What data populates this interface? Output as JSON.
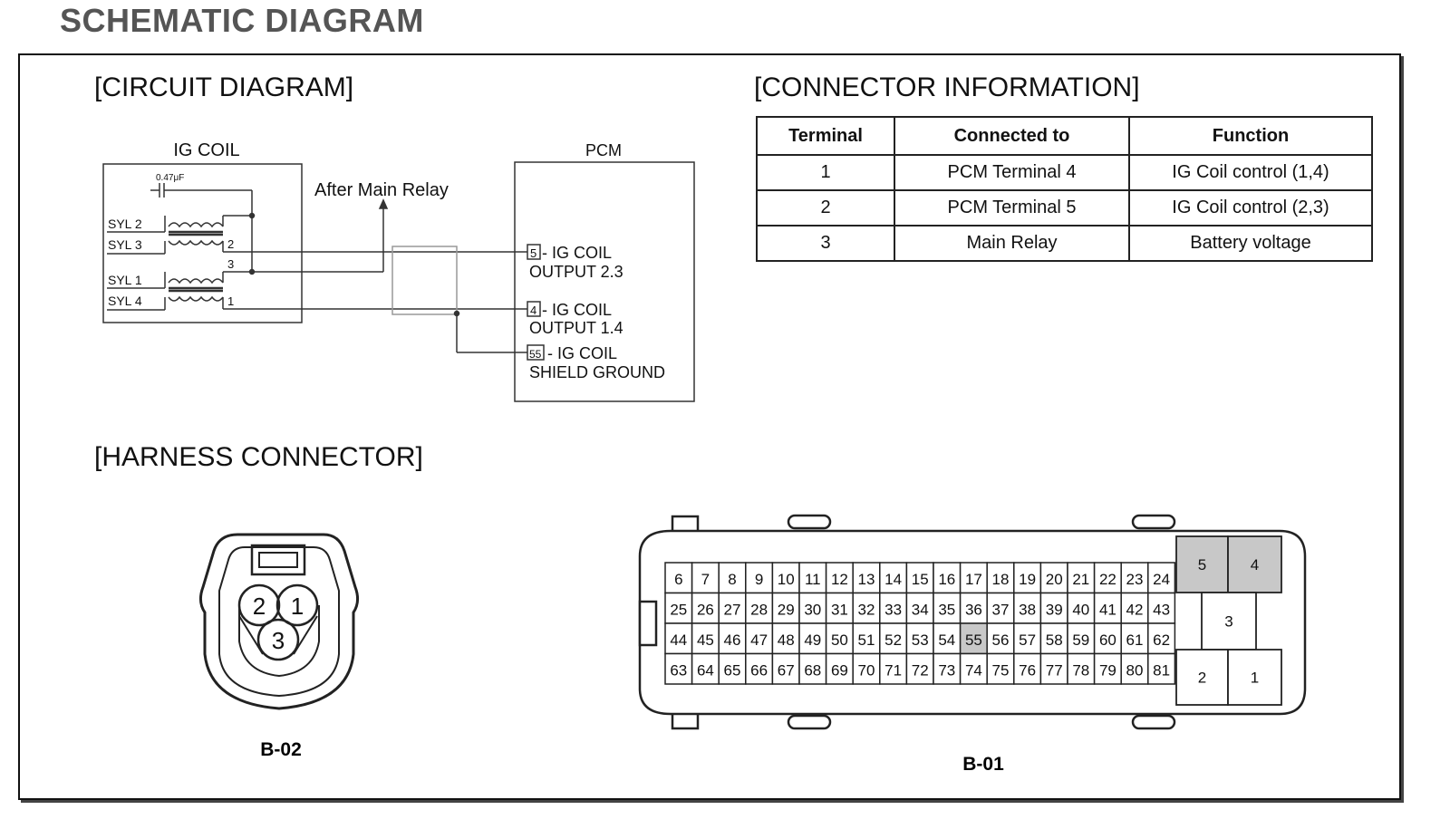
{
  "title": "SCHEMATIC DIAGRAM",
  "sections": {
    "circuit": "[CIRCUIT DIAGRAM]",
    "connector_info": "[CONNECTOR INFORMATION]",
    "harness": "[HARNESS CONNECTOR]"
  },
  "circuit": {
    "ig_coil_label": "IG COIL",
    "pcm_label": "PCM",
    "after_main_relay": "After Main Relay",
    "cap_label": "0.47μF",
    "cylinders": [
      "SYL 2",
      "SYL 3",
      "SYL 1",
      "SYL 4"
    ],
    "coil_pins": [
      "2",
      "3",
      "1"
    ],
    "pcm_pins": [
      {
        "number": "5",
        "line1": "- IG COIL",
        "line2": "OUTPUT 2.3"
      },
      {
        "number": "4",
        "line1": "- IG COIL",
        "line2": "OUTPUT 1.4"
      },
      {
        "number": "55",
        "line1": "- IG COIL",
        "line2": "SHIELD GROUND"
      }
    ]
  },
  "connector_table": {
    "headers": [
      "Terminal",
      "Connected to",
      "Function"
    ],
    "rows": [
      [
        "1",
        "PCM Terminal 4",
        "IG Coil control (1,4)"
      ],
      [
        "2",
        "PCM Terminal 5",
        "IG Coil control (2,3)"
      ],
      [
        "3",
        "Main Relay",
        "Battery voltage"
      ]
    ]
  },
  "harness": {
    "b02": {
      "label": "B-02",
      "pins": [
        "2",
        "1",
        "3"
      ]
    },
    "b01": {
      "label": "B-01",
      "rows": [
        [
          "6",
          "7",
          "8",
          "9",
          "10",
          "11",
          "12",
          "13",
          "14",
          "15",
          "16",
          "17",
          "18",
          "19",
          "20",
          "21",
          "22",
          "23",
          "24"
        ],
        [
          "25",
          "26",
          "27",
          "28",
          "29",
          "30",
          "31",
          "32",
          "33",
          "34",
          "35",
          "36",
          "37",
          "38",
          "39",
          "40",
          "41",
          "42",
          "43"
        ],
        [
          "44",
          "45",
          "46",
          "47",
          "48",
          "49",
          "50",
          "51",
          "52",
          "53",
          "54",
          "55",
          "56",
          "57",
          "58",
          "59",
          "60",
          "61",
          "62"
        ],
        [
          "63",
          "64",
          "65",
          "66",
          "67",
          "68",
          "69",
          "70",
          "71",
          "72",
          "73",
          "74",
          "75",
          "76",
          "77",
          "78",
          "79",
          "80",
          "81"
        ]
      ],
      "highlighted": [
        "55"
      ],
      "large_pins": [
        "5",
        "4",
        "3",
        "2",
        "1"
      ],
      "large_pins_highlighted": [
        "5",
        "4"
      ]
    }
  },
  "colors": {
    "highlight": "#c8c8c8",
    "title": "#555555"
  }
}
